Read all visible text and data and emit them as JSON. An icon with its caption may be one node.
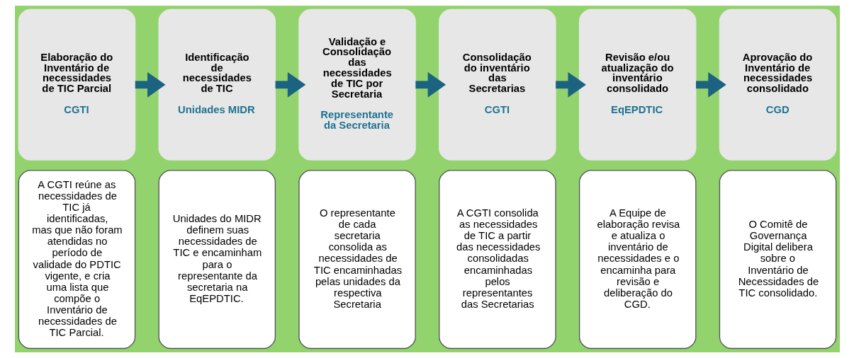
{
  "diagram": {
    "nodes": [
      {
        "text": [
          "Elaboração do Inventário de necessidades de TIC Parcial",
          "CGTI"
        ]
      },
      {
        "text": [
          "A CGTI reúne as necessidades de TIC já identificadas, mas que não foram atendidas no período de validade do PDTIC vigente, e cria uma lista que compõe o Inventário de necessidades de TIC Parcial."
        ]
      },
      {
        "text": [
          "Identificação de necessidades de TIC",
          "Unidades MIDR"
        ]
      },
      {
        "text": [
          "Unidades do MIDR definem suas necessidades de TIC e encaminham para o representante da secretaria na EqEPDTIC."
        ]
      },
      {
        "text": [
          "Validação e Consolidação das necessidades de TIC por Secretaria",
          "Representante da Secretaria"
        ]
      },
      {
        "text": [
          "O representante de cada secretaria consolida as necessidades de TIC encaminhadas pelas unidades da respectiva Secretaria"
        ]
      },
      {
        "text": [
          "Consolidação do inventário das Secretarias",
          "CGTI"
        ]
      },
      {
        "text": [
          "A CGTI consolida as necessidades de TIC a partir das necessidades consolidadas encaminhadas pelos representantes das Secretarias"
        ]
      },
      {
        "text": [
          "Revisão e/ou atualização do inventário consolidado",
          "EqEPDTIC"
        ]
      },
      {
        "text": [
          "A Equipe de elaboração revisa e atualiza o inventário de necessidades e o encaminha para revisão e deliberação do CGD."
        ]
      },
      {
        "text": [
          "Aprovação do Inventário de necessidades consolidado",
          "CGD"
        ]
      },
      {
        "text": [
          "O Comitê de Governança Digital delibera sobre o Inventário de Necessidades de TIC consolidado."
        ]
      }
    ],
    "edges": [
      {
        "from": 0,
        "to": 2,
        "arrow": "to"
      },
      {
        "from": 2,
        "to": 4,
        "arrow": "to"
      },
      {
        "from": 4,
        "to": 6,
        "arrow": "to"
      },
      {
        "from": 6,
        "to": 8,
        "arrow": "to"
      },
      {
        "from": 8,
        "to": 10,
        "arrow": "to"
      }
    ]
  }
}
